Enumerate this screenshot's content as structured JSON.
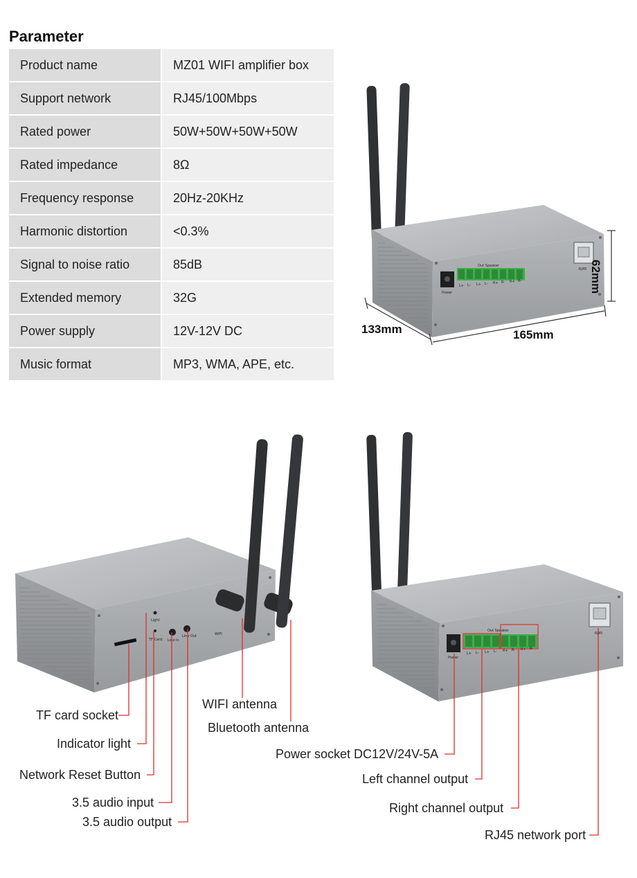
{
  "parameter_title": "Parameter",
  "specs": [
    {
      "key": "Product name",
      "value": "MZ01 WIFI amplifier box"
    },
    {
      "key": "Support network",
      "value": "RJ45/100Mbps"
    },
    {
      "key": "Rated power",
      "value": "50W+50W+50W+50W"
    },
    {
      "key": "Rated impedance",
      "value": "8Ω"
    },
    {
      "key": "Frequency response",
      "value": "20Hz-20KHz"
    },
    {
      "key": "Harmonic distortion",
      "value": "<0.3%"
    },
    {
      "key": "Signal to noise ratio",
      "value": "85dB"
    },
    {
      "key": "Extended memory",
      "value": "32G"
    },
    {
      "key": "Power supply",
      "value": "12V-12V DC"
    },
    {
      "key": "Music format",
      "value": "MP3, WMA, APE, etc."
    }
  ],
  "dimensions": {
    "depth": "133mm",
    "width": "165mm",
    "height": "62mm"
  },
  "device_text": {
    "power": "Power",
    "out_speaker": "Out Speaker",
    "rj45": "RJ45",
    "light": "Light",
    "tf_card": "TF Card",
    "line_in": "Line In",
    "line_out": "Line Out",
    "wifi": "WIFI",
    "pins": [
      "L+",
      "L-",
      "L+",
      "L-",
      "R+",
      "R-",
      "R+",
      "R-"
    ]
  },
  "callouts_front": {
    "tf_card_socket": "TF card socket",
    "indicator_light": "Indicator light",
    "network_reset": "Network Reset Button",
    "audio_input": "3.5 audio input",
    "audio_output": "3.5 audio output",
    "wifi_antenna": "WIFI antenna",
    "bluetooth_antenna": "Bluetooth antenna"
  },
  "callouts_back": {
    "power_socket": "Power socket DC12V/24V-5A",
    "left_channel": "Left channel output",
    "right_channel": "Right channel output",
    "rj45_port": "RJ45 network port"
  },
  "colors": {
    "accent_line": "#d9302c",
    "table_key_bg": "#dcdcdc",
    "table_val_bg": "#efefef",
    "terminal_green": "#3fae4b"
  }
}
